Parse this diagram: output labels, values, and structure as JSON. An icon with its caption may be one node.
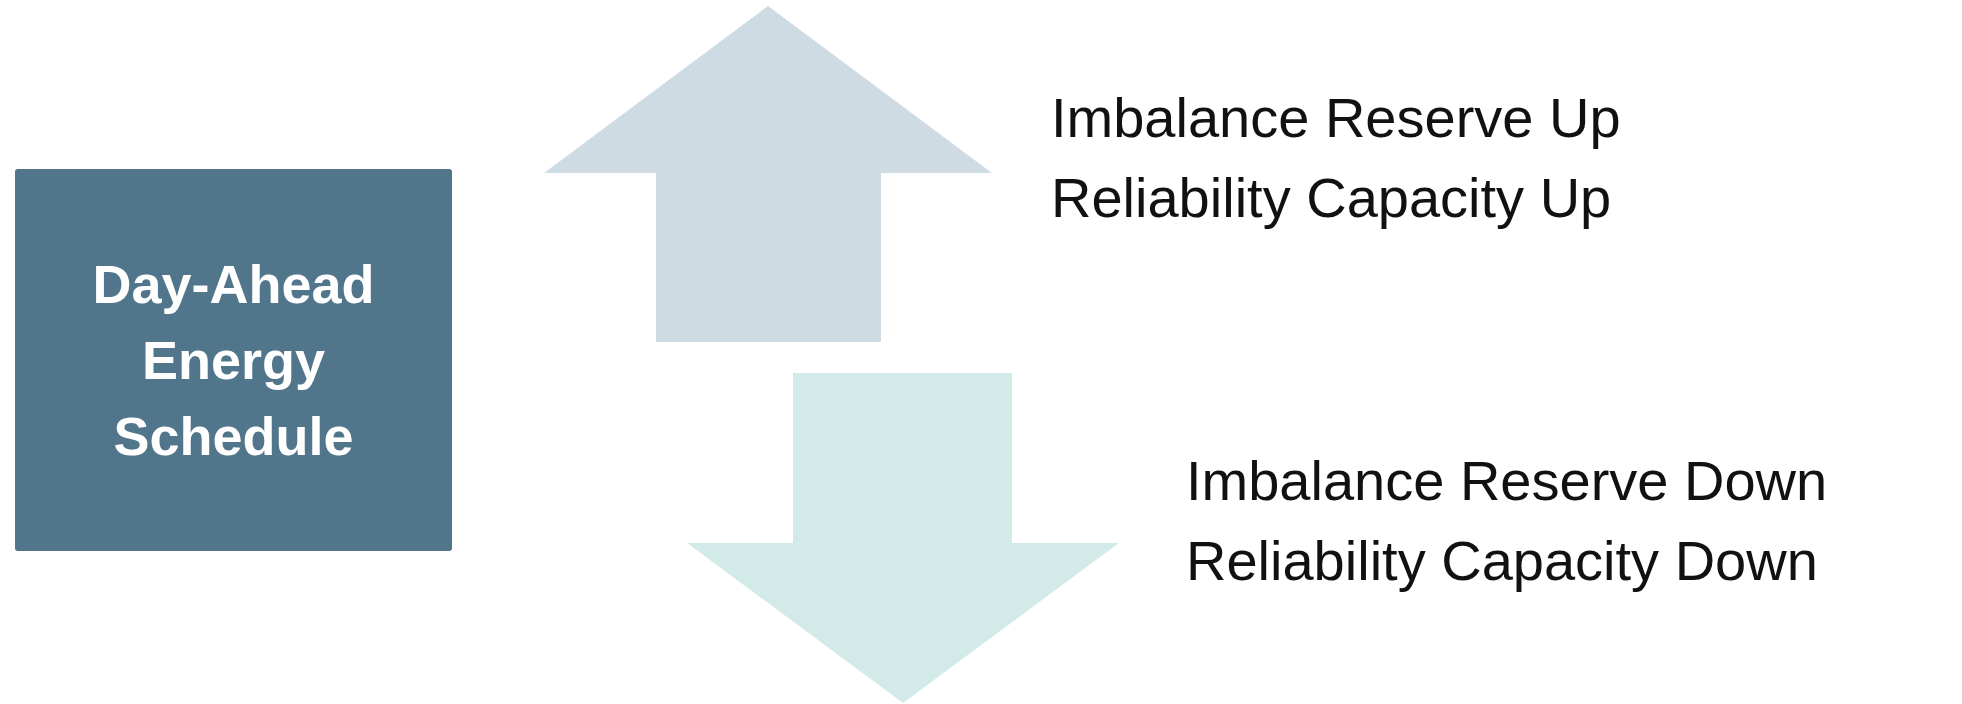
{
  "diagram": {
    "nodes": [
      {
        "text": [
          "Day-Ahead Energy Schedule"
        ]
      }
    ],
    "edges": [],
    "labels": [
      "Imbalance Reserve Up",
      "Reliability Capacity Up",
      "Imbalance Reserve Down",
      "Reliability Capacity Down"
    ]
  }
}
